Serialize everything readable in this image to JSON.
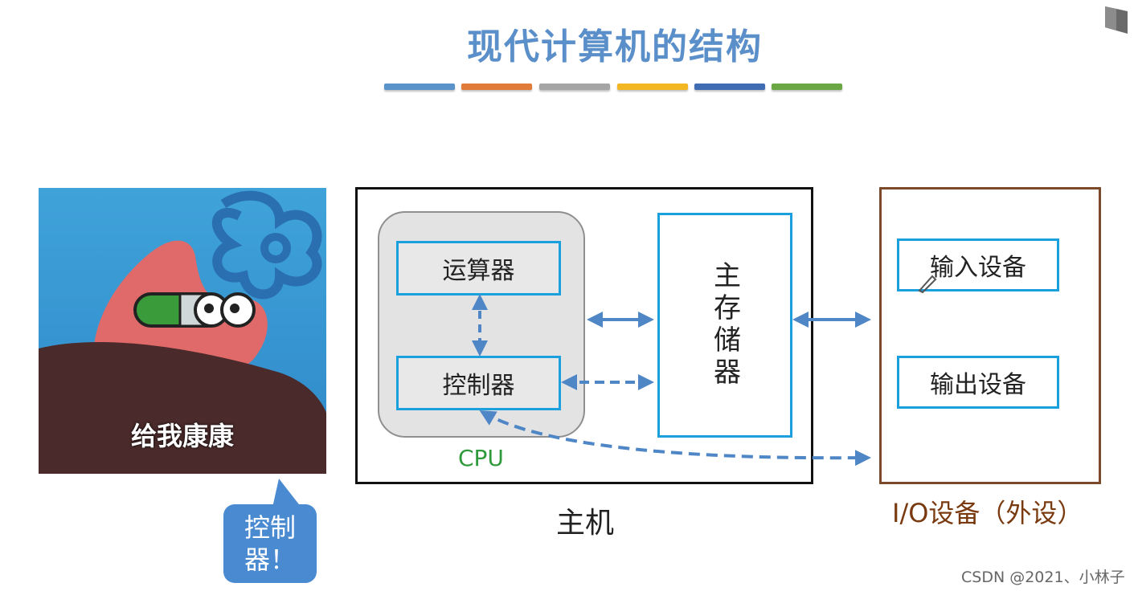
{
  "title": "现代计算机的结构",
  "color_bars": [
    "#5a93c9",
    "#e07b39",
    "#a5a5a5",
    "#f2b722",
    "#3f6cb3",
    "#6ba845"
  ],
  "meme": {
    "caption": "给我康康",
    "bubble_text": "控制器！"
  },
  "host": {
    "label": "主机",
    "cpu_label": "CPU",
    "alu": "运算器",
    "control_unit": "控制器",
    "main_memory": "主存储器"
  },
  "io": {
    "label": "I/O设备（外设）",
    "input": "输入设备",
    "output": "输出设备"
  },
  "watermark": "CSDN @2021、小林子",
  "colors": {
    "accent": "#5b8fc9",
    "unit_border": "#1aa0dc",
    "arrow": "#4f86c6",
    "cpu_text": "#2f9a3b",
    "io_border": "#7a4a2a"
  }
}
